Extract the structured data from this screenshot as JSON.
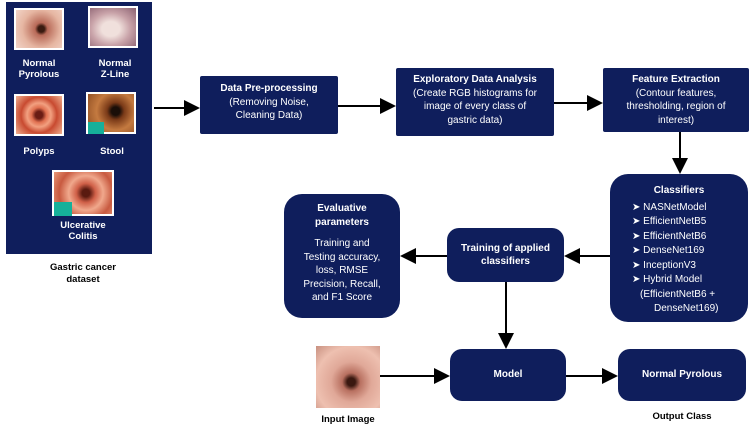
{
  "dataset": {
    "thumbs": [
      {
        "label": "Normal\nPyrolous"
      },
      {
        "label": "Normal\nZ-Line"
      },
      {
        "label": "Polyps"
      },
      {
        "label": "Stool"
      },
      {
        "label": "Ulcerative\nColitis"
      }
    ],
    "caption": "Gastric cancer\ndataset"
  },
  "preprocess": {
    "title": "Data Pre-processing",
    "body": "(Removing Noise,\nCleaning Data)"
  },
  "eda": {
    "title": "Exploratory Data Analysis",
    "body": "(Create RGB histograms for\nimage of every class of\ngastric data)"
  },
  "features": {
    "title": "Feature Extraction",
    "body": "(Contour features,\nthresholding, region of\ninterest)"
  },
  "classifiers": {
    "title": "Classifiers",
    "items": [
      "NASNetModel",
      "EfficientNetB5",
      "EfficientNetB6",
      "DenseNet169",
      "InceptionV3",
      "Hybrid Model",
      "(EfficientNetB6 +",
      "DenseNet169)"
    ]
  },
  "training": {
    "title": "Training of applied\nclassifiers"
  },
  "evaluation": {
    "title": "Evaluative\nparameters",
    "body": "Training and\nTesting accuracy,\nloss, RMSE\nPrecision, Recall,\nand F1 Score"
  },
  "model": {
    "title": "Model"
  },
  "output": {
    "title": "Normal Pyrolous",
    "caption": "Output Class"
  },
  "input": {
    "caption": "Input Image"
  }
}
